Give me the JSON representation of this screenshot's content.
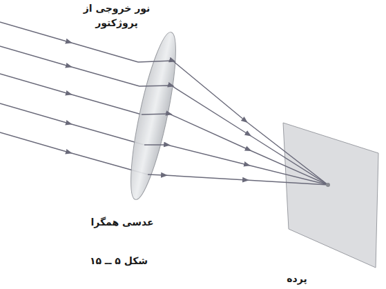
{
  "diagram": {
    "caption": "شکل ۵ ــ ۱۵",
    "labels": [
      "نور خروجی از پروژکتور",
      "عدسی همگرا",
      "پرده"
    ]
  }
}
